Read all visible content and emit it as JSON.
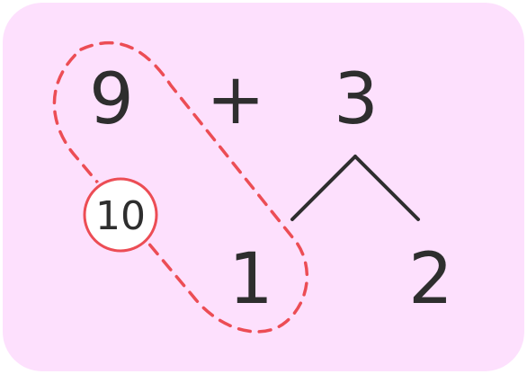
{
  "equation": {
    "first_addend": "9",
    "operator": "+",
    "second_addend": "3"
  },
  "decomposition": {
    "part_one": "1",
    "part_two": "2"
  },
  "grouped_sum": "10",
  "colors": {
    "background": "#fde0fd",
    "ink": "#2e2e2e",
    "highlight": "#ec4d55"
  }
}
